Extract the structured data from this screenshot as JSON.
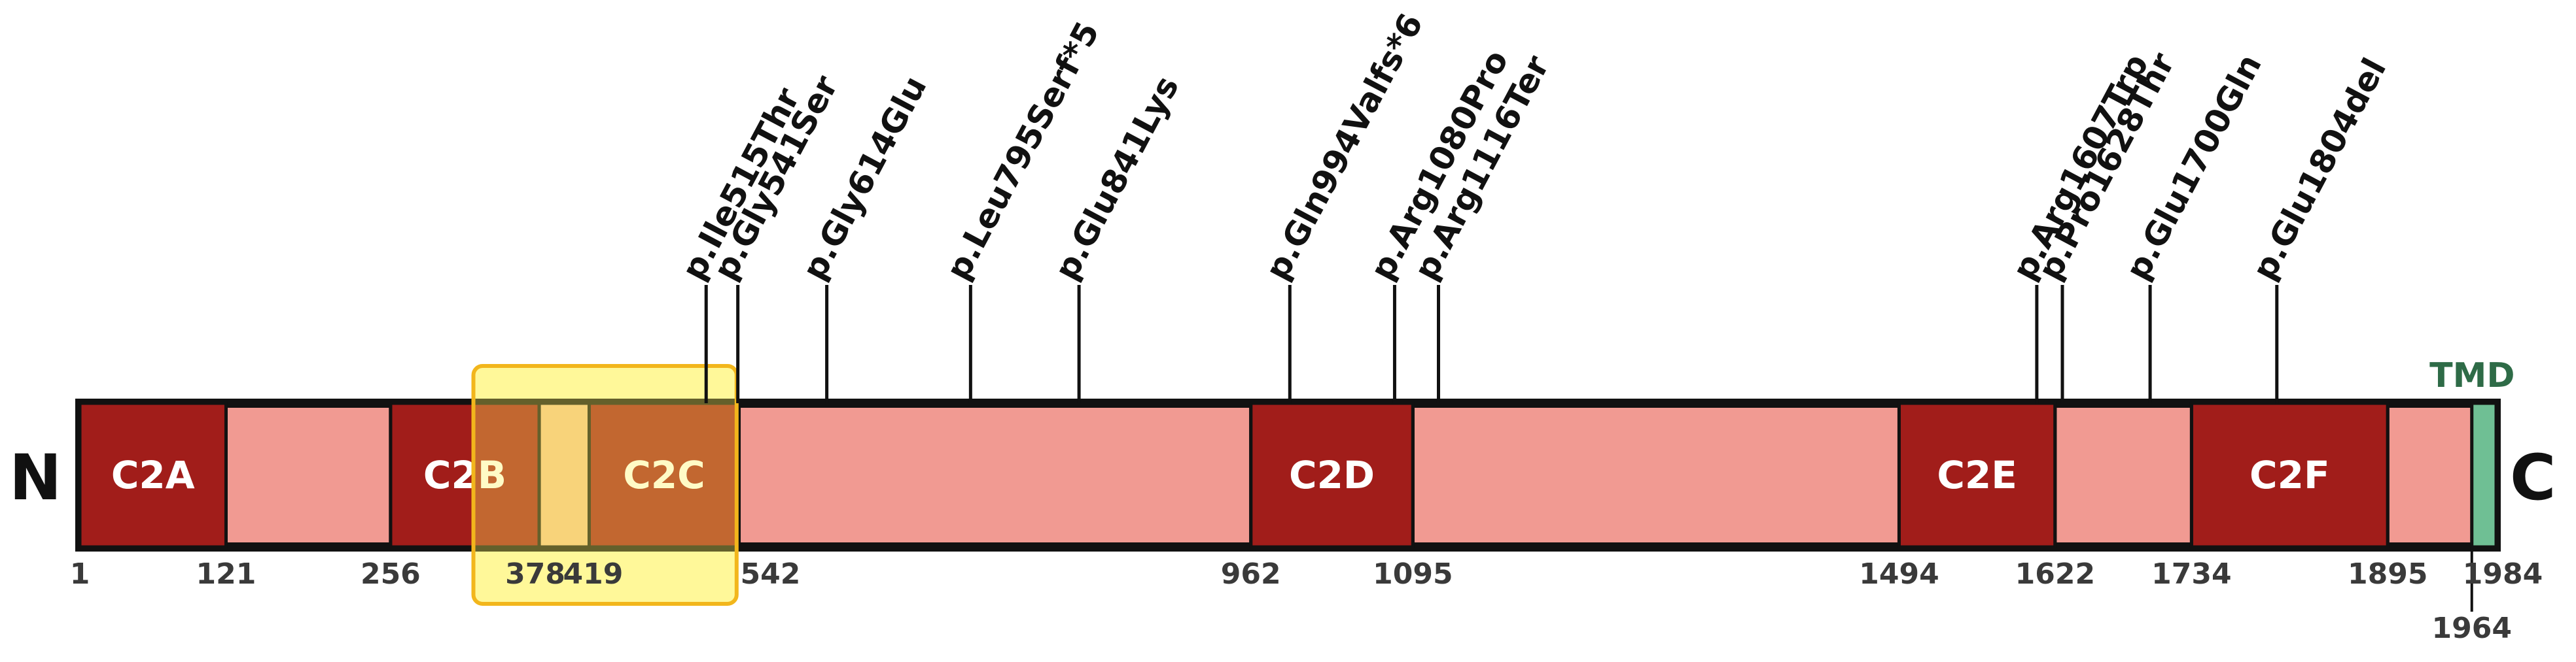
{
  "terminals": {
    "n": "N",
    "c": "C"
  },
  "length": 1984,
  "colors": {
    "backbone": "#f19a92",
    "domain": "#a11d1a",
    "linker": "#f5c28a",
    "tmd": "#6fbf94",
    "tmd_text": "#2e6b47",
    "highlight_fill": "#fff35c",
    "highlight_stroke": "#f2b61c",
    "variant_highlight": "#e8161b",
    "variant_default": "#111111"
  },
  "domains": [
    {
      "label": "C2A",
      "start": 1,
      "end": 121
    },
    {
      "label": "C2B",
      "start": 256,
      "end": 378
    },
    {
      "label": "C2C",
      "start": 419,
      "end": 542
    },
    {
      "label": "C2D",
      "start": 962,
      "end": 1095
    },
    {
      "label": "C2E",
      "start": 1494,
      "end": 1622
    },
    {
      "label": "C2F",
      "start": 1734,
      "end": 1895
    }
  ],
  "linker": {
    "start": 378,
    "end": 419
  },
  "tmd": {
    "label": "TMD",
    "start": 1964,
    "end": 1984
  },
  "highlight_region": {
    "start": 324,
    "end": 540
  },
  "positions": [
    "1",
    "121",
    "256",
    "378",
    "419",
    "542",
    "962",
    "1095",
    "1494",
    "1622",
    "1734",
    "1895",
    "1964",
    "1984"
  ],
  "variants": [
    {
      "label": "p.Ile515Thr",
      "position": 515,
      "highlight": false
    },
    {
      "label": "p.Gly541Ser",
      "position": 541,
      "highlight": false
    },
    {
      "label": "p.Gly614Glu",
      "position": 614,
      "highlight": false
    },
    {
      "label": "p.Leu795Serf*5",
      "position": 732,
      "highlight": false
    },
    {
      "label": "p.Glu841Lys",
      "position": 821,
      "highlight": true
    },
    {
      "label": "p.Gln994Valfs*6",
      "position": 994,
      "highlight": false
    },
    {
      "label": "p.Arg1080Pro",
      "position": 1080,
      "highlight": false
    },
    {
      "label": "p.Arg1116Ter",
      "position": 1116,
      "highlight": false
    },
    {
      "label": "p.Arg1607Trp",
      "position": 1607,
      "highlight": false
    },
    {
      "label": "p.Pro1628Thr",
      "position": 1628,
      "highlight": false
    },
    {
      "label": "p.Glu1700Gln",
      "position": 1700,
      "highlight": false
    },
    {
      "label": "p.Glu1804del",
      "position": 1804,
      "highlight": false
    }
  ]
}
